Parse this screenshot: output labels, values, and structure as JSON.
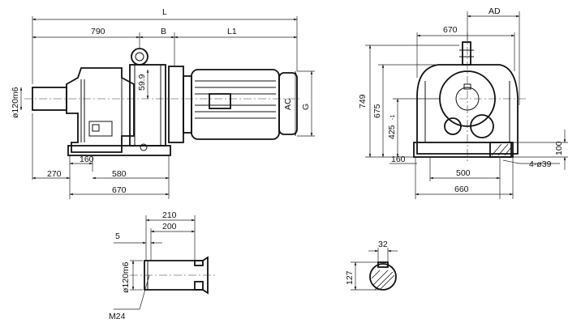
{
  "dims": {
    "L": "L",
    "d790": "790",
    "B": "B",
    "L1": "L1",
    "shaft_dia": "ø120m6",
    "d59_9": "59.9",
    "AC": "AC",
    "G": "G",
    "d270": "270",
    "d160": "160",
    "d580": "580",
    "d670": "670"
  },
  "side": {
    "AD": "AD",
    "d670": "670",
    "d749": "749",
    "d675": "675",
    "d425": "425",
    "d425_tol": "-1",
    "d160": "160",
    "d500": "500",
    "d660": "660",
    "d100": "100",
    "holes": "4-ø39"
  },
  "shaft": {
    "d210": "210",
    "d200": "200",
    "d5": "5",
    "dia": "ø120m6",
    "thread": "M24"
  },
  "key": {
    "d32": "32",
    "d127": "127"
  },
  "colors": {
    "line": "#111111",
    "background": "#ffffff"
  }
}
